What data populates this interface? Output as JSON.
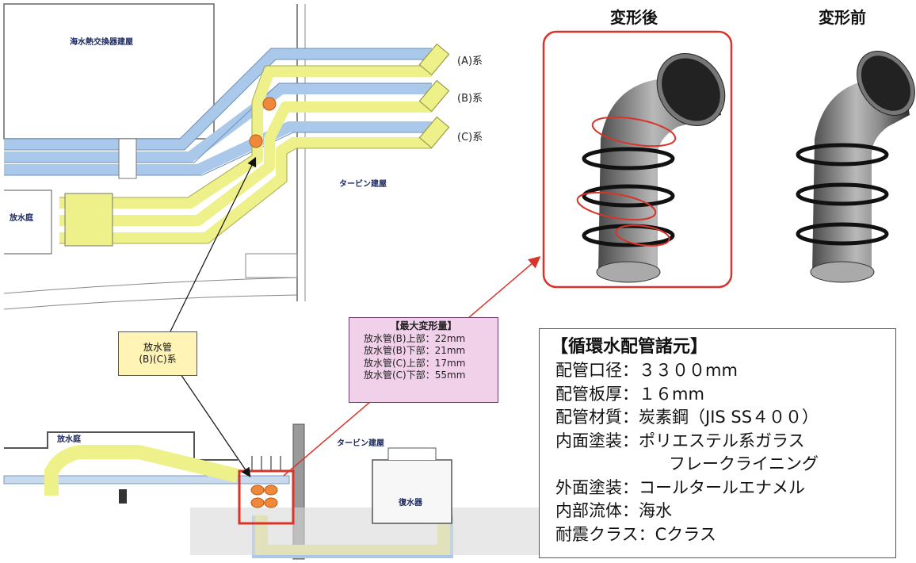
{
  "plan_view": {
    "hx_building": "海水熱交換器建屋",
    "turbine_building": "タービン建屋",
    "discharge_basin": "放水庭",
    "systems": [
      "(A)系",
      "(B)系",
      "(C)系"
    ]
  },
  "section_view": {
    "discharge_basin": "放水庭",
    "turbine_building": "タービン建屋",
    "condenser": "復水器"
  },
  "pipe_callout": {
    "line1": "放水管",
    "line2": "(B)(C)系"
  },
  "max_deformation": {
    "title": "【最大変形量】",
    "lines": [
      "放水管(B)上部：22mm",
      "放水管(B)下部：21mm",
      "放水管(C)上部：17mm",
      "放水管(C)下部：55mm"
    ]
  },
  "pipe_views": {
    "after_title": "変形後",
    "before_title": "変形前"
  },
  "specs": {
    "title": "【循環水配管諸元】",
    "lines": [
      "配管口径：３３００mm",
      "配管板厚：１６mm",
      "配管材質：炭素鋼（JIS SS４００）",
      "内面塗装：ポリエステル系ガラス",
      "フレークライニング",
      "外面塗装：コールタールエナメル",
      "内部流体：海水",
      "耐震クラス：Cクラス"
    ]
  },
  "colors": {
    "blue_pipe": "#a9c8ea",
    "yellow_pipe": "#eef08a",
    "highlight_red": "#d9342b",
    "orange_marker": "#f0883a"
  }
}
